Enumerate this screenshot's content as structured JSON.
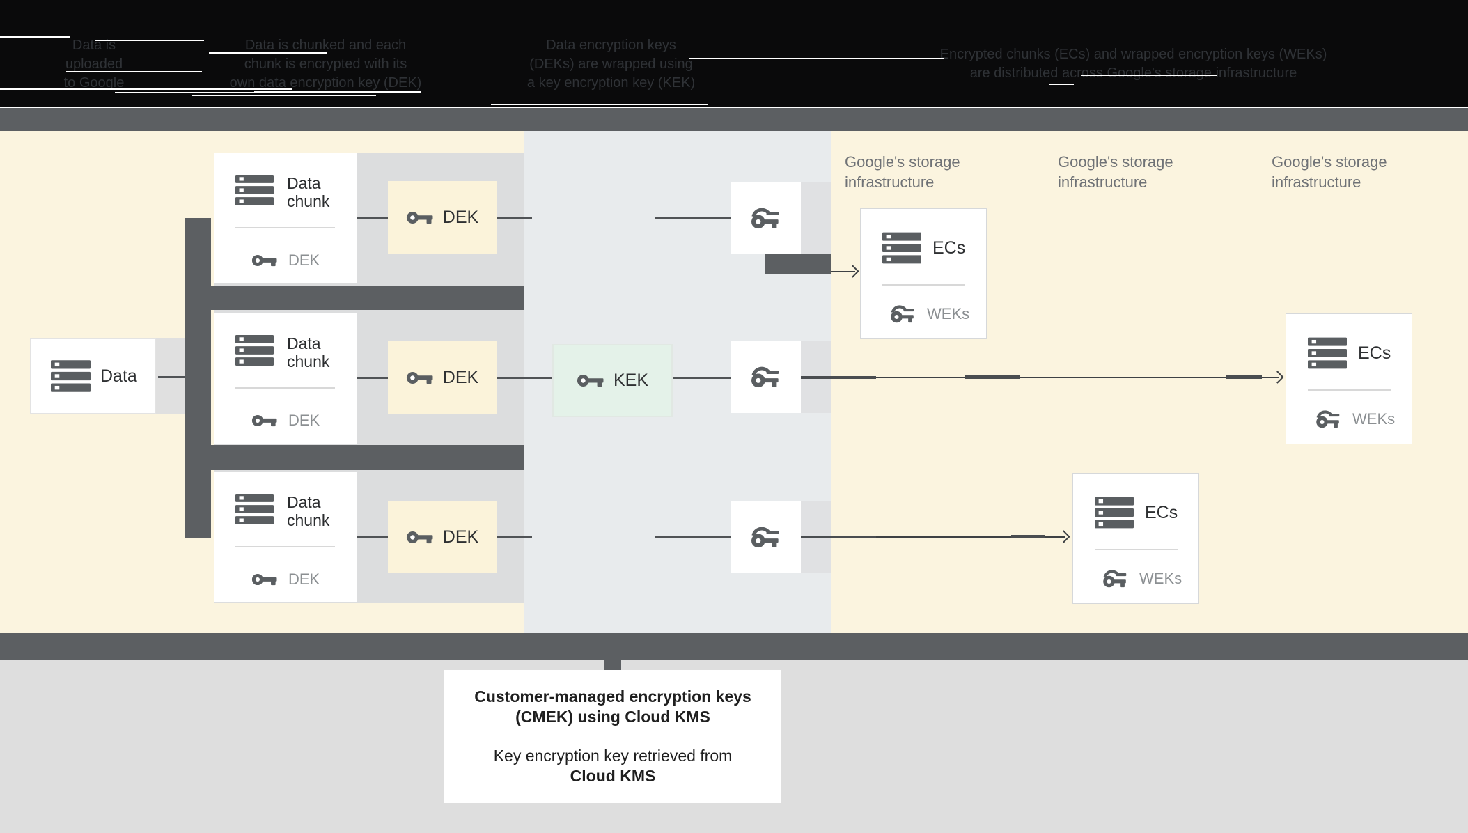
{
  "header": {
    "steps": [
      {
        "line1": "Data is",
        "line2": "uploaded",
        "line3": "to Google"
      },
      {
        "line1": "Data is chunked and each",
        "line2": "chunk is encrypted with its",
        "line3": "own data encryption key (DEK)"
      },
      {
        "line1": "Data encryption keys",
        "line2": "(DEKs) are wrapped using",
        "line3": "a key encryption key (KEK)"
      },
      {
        "line1": "Encrypted chunks (ECs) and wrapped encryption keys (WEKs)",
        "line2": "are distributed across Google's storage infrastructure",
        "line3": ""
      }
    ]
  },
  "diagram": {
    "data_box": {
      "label": "Data"
    },
    "chunks": [
      {
        "title_line1": "Data",
        "title_line2": "chunk",
        "key_label": "DEK"
      },
      {
        "title_line1": "Data",
        "title_line2": "chunk",
        "key_label": "DEK"
      },
      {
        "title_line1": "Data",
        "title_line2": "chunk",
        "key_label": "DEK"
      }
    ],
    "dek_boxes": [
      {
        "label": "DEK"
      },
      {
        "label": "DEK"
      },
      {
        "label": "DEK"
      }
    ],
    "kek_box": {
      "label": "KEK"
    },
    "storage_labels": [
      {
        "line1": "Google's storage",
        "line2": "infrastructure"
      },
      {
        "line1": "Google's storage",
        "line2": "infrastructure"
      },
      {
        "line1": "Google's storage",
        "line2": "infrastructure"
      }
    ],
    "ecs_boxes": [
      {
        "title": "ECs",
        "key_label": "WEKs"
      },
      {
        "title": "ECs",
        "key_label": "WEKs"
      },
      {
        "title": "ECs",
        "key_label": "WEKs"
      }
    ]
  },
  "footer": {
    "line1": "Customer-managed encryption keys",
    "line2": "(CMEK) using Cloud KMS",
    "line3": "Key encryption key retrieved from",
    "line4": "Cloud KMS"
  },
  "colors": {
    "header_bg": "#0a0a0b",
    "dark_bar": "#5c5f62",
    "cream_section": "#fbf4df",
    "middle_section": "#e8ebed",
    "row_band": "#dcddde",
    "kek_mint": "#e4f2e9",
    "dek_cream": "#fbf3da",
    "bottom_band": "#dedede",
    "icon_gray": "#5a5e61",
    "muted_text": "#8b8f92"
  }
}
